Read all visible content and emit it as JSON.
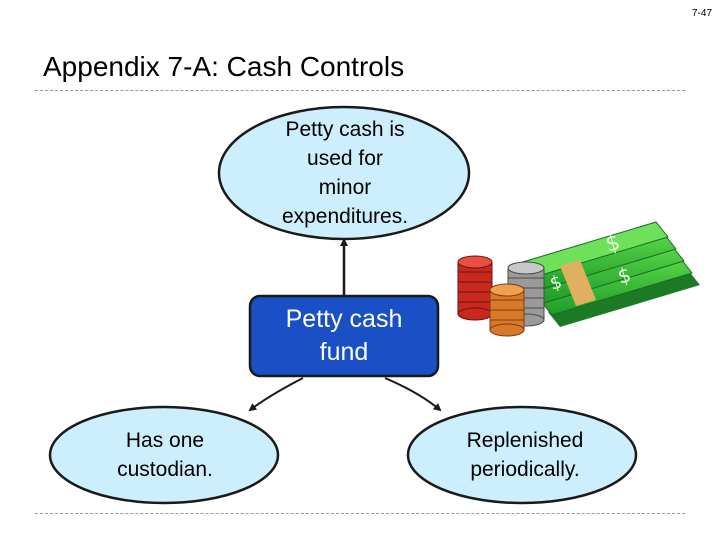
{
  "slide": {
    "number": "7-47",
    "title": "Appendix 7-A: Cash Controls"
  },
  "diagram": {
    "top_node": {
      "lines": [
        "Petty cash is",
        "used for",
        "minor",
        "expenditures."
      ]
    },
    "center_node": {
      "lines": [
        "Petty cash",
        "fund"
      ]
    },
    "left_node": {
      "lines": [
        "Has one",
        "custodian."
      ]
    },
    "right_node": {
      "lines": [
        "Replenished",
        "periodically."
      ]
    },
    "colors": {
      "ellipse_fill": "#cdeefc",
      "center_fill": "#1a4fc6",
      "outline": "#1a1a1a",
      "money_green": "#2fbf3a",
      "coin_red": "#c8281e",
      "coin_silver": "#9a9a9a",
      "coin_copper": "#d8792a"
    },
    "illustration": "money-stack-icon"
  }
}
